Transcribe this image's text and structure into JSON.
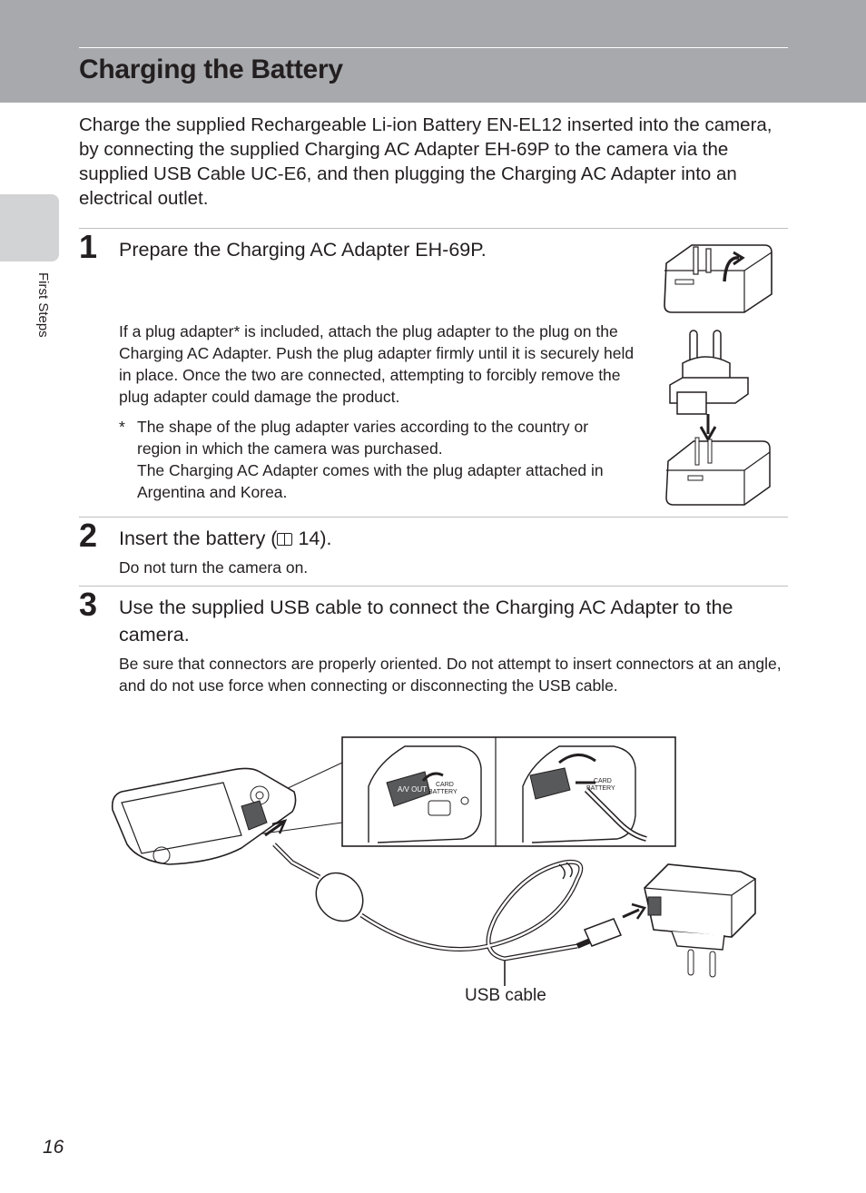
{
  "title": "Charging the Battery",
  "side_tab": "First Steps",
  "intro": "Charge the supplied Rechargeable Li-ion Battery EN-EL12 inserted into the camera, by connecting the supplied Charging AC Adapter EH-69P to the camera via the supplied USB Cable UC-E6, and then plugging the Charging AC Adapter into an electrical outlet.",
  "steps": [
    {
      "number": "1",
      "heading": "Prepare the Charging AC Adapter EH-69P.",
      "body": "If a plug adapter* is included, attach the plug adapter to the plug on the Charging AC Adapter. Push the plug adapter firmly until it is securely held in place. Once the two are connected, attempting to forcibly remove the plug adapter could damage the product.",
      "note_marker": "*",
      "note": "The shape of the plug adapter varies according to the country or region in which the camera was purchased.",
      "note2": "The Charging AC Adapter comes with the plug adapter attached in Argentina and Korea."
    },
    {
      "number": "2",
      "heading_prefix": "Insert the battery (",
      "heading_ref": "14",
      "heading_suffix": ").",
      "body": "Do not turn the camera on."
    },
    {
      "number": "3",
      "heading": "Use the supplied USB cable to connect the Charging AC Adapter to the camera.",
      "body": "Be sure that connectors are properly oriented. Do not attempt to insert connectors at an angle, and do not use force when connecting or disconnecting the USB cable."
    }
  ],
  "illustration_labels": {
    "connector": "A/V OUT",
    "card": "CARD",
    "battery": "BATTERY"
  },
  "figure_caption": "USB cable",
  "page_number": "16",
  "colors": {
    "header_band": "#a7a9ac",
    "side_tab": "#d1d3d4",
    "text": "#231f20",
    "rule": "#bcbec0"
  }
}
